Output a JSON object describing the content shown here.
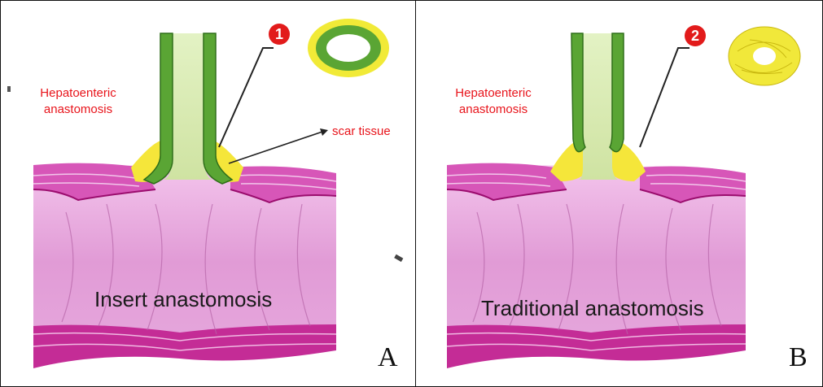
{
  "panel_a": {
    "hepato_label": "Hepatoenteric anastomosis",
    "badge": "1",
    "annotation": "scar tissue",
    "main_label": "Insert anastomosis",
    "letter": "A"
  },
  "panel_b": {
    "hepato_label": "Hepatoenteric anastomosis",
    "badge": "2",
    "main_label": "Traditional anastomosis",
    "letter": "B"
  },
  "colors": {
    "intestine": "#e29ad6",
    "intestine_wall": "#c4148f",
    "duct_green": "#5aa534",
    "duct_lumen": "#d7ebb1",
    "scar_yellow": "#f4e640",
    "badge_red": "#e21b1b",
    "text_red": "#e8141b"
  }
}
